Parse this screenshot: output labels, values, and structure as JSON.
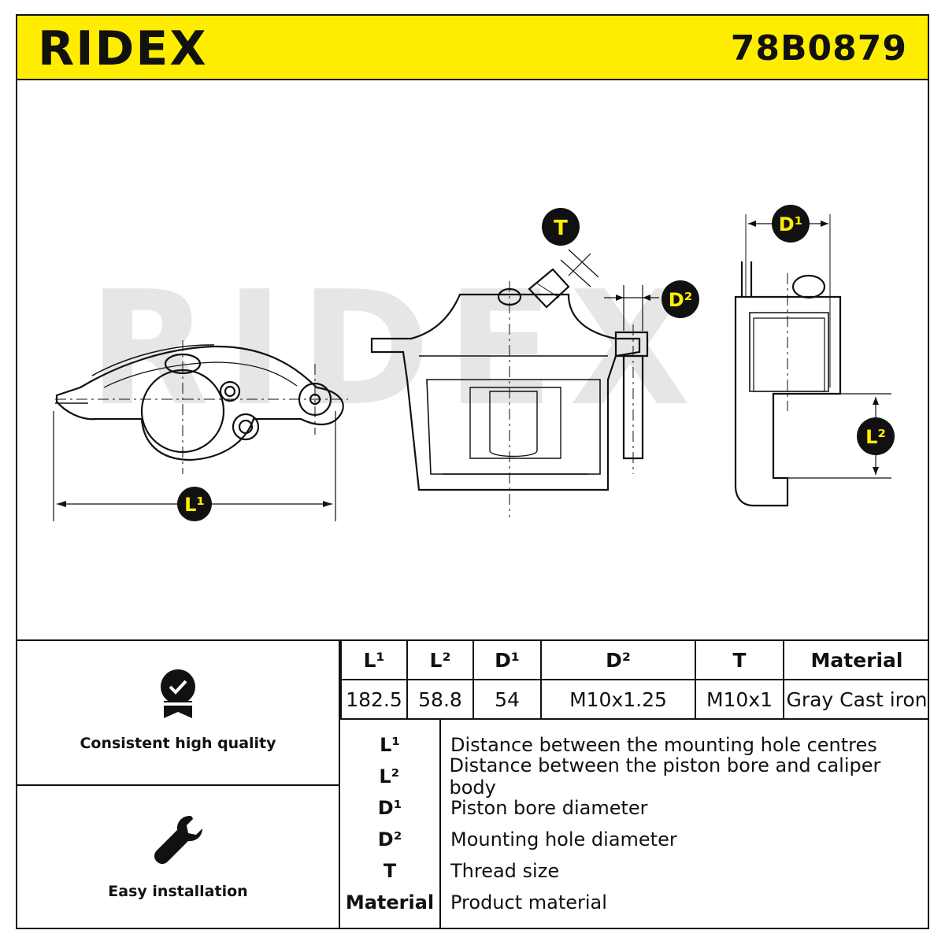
{
  "header": {
    "brand": "RIDEX",
    "part_number": "78B0879"
  },
  "diagram": {
    "watermark": "RIDEX",
    "callouts": {
      "L1": "L¹",
      "L2": "L²",
      "D1": "D¹",
      "D2": "D²",
      "T": "T"
    }
  },
  "features": [
    {
      "label": "Consistent high quality",
      "icon": "quality-badge-icon"
    },
    {
      "label": "Easy installation",
      "icon": "wrench-icon"
    }
  ],
  "spec_table": {
    "headers": [
      "L¹",
      "L²",
      "D¹",
      "D²",
      "T",
      "Material"
    ],
    "values": [
      "182.5",
      "58.8",
      "54",
      "M10x1.25",
      "M10x1",
      "Gray Cast iron"
    ]
  },
  "legend": [
    {
      "key": "L¹",
      "value": "Distance between the mounting hole centres"
    },
    {
      "key": "L²",
      "value": "Distance between the piston bore and caliper body"
    },
    {
      "key": "D¹",
      "value": "Piston bore diameter"
    },
    {
      "key": "D²",
      "value": "Mounting hole diameter"
    },
    {
      "key": "T",
      "value": "Thread size"
    },
    {
      "key": "Material",
      "value": "Product material"
    }
  ],
  "colors": {
    "brand_yellow": "#ffed00",
    "ink": "#111111",
    "watermark": "#e4e4e4"
  }
}
